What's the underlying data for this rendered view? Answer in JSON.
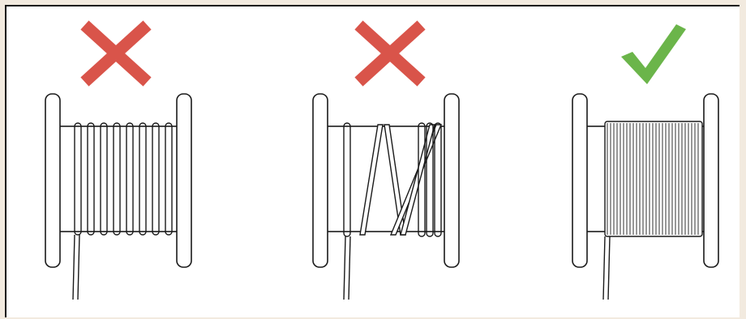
{
  "panels": [
    {
      "id": "loose-winding",
      "verdict": "incorrect",
      "mark_icon": "cross-icon"
    },
    {
      "id": "crossed-winding",
      "verdict": "incorrect",
      "mark_icon": "cross-icon"
    },
    {
      "id": "tight-even-winding",
      "verdict": "correct",
      "mark_icon": "check-icon"
    }
  ],
  "colors": {
    "cross": "#d9544a",
    "check": "#6bb54a",
    "line": "#1a1a1a",
    "page": "#ffffff",
    "background": "#f2eadf"
  }
}
